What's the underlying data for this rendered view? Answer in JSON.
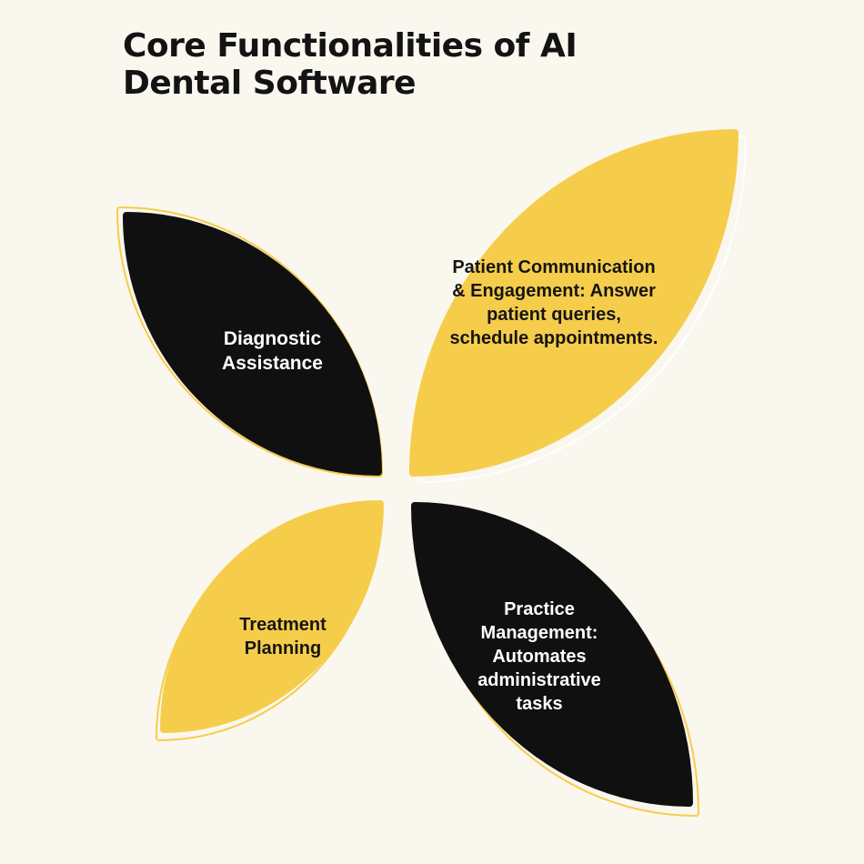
{
  "title": "Core Functionalities of AI Dental Software",
  "colors": {
    "background": "#FAF7EF",
    "accent_yellow": "#F6CD4B",
    "shape_black": "#101010",
    "text_dark": "#151515",
    "text_light": "#FFFFFF"
  },
  "leaves": [
    {
      "id": "diagnostic-assistance",
      "label": "Diagnostic\nAssistance"
    },
    {
      "id": "patient-communication",
      "label": "Patient Communication\n& Engagement: Answer\npatient queries,\nschedule appointments."
    },
    {
      "id": "treatment-planning",
      "label": "Treatment\nPlanning"
    },
    {
      "id": "practice-management",
      "label": "Practice\nManagement:\nAutomates\nadministrative\ntasks"
    }
  ]
}
